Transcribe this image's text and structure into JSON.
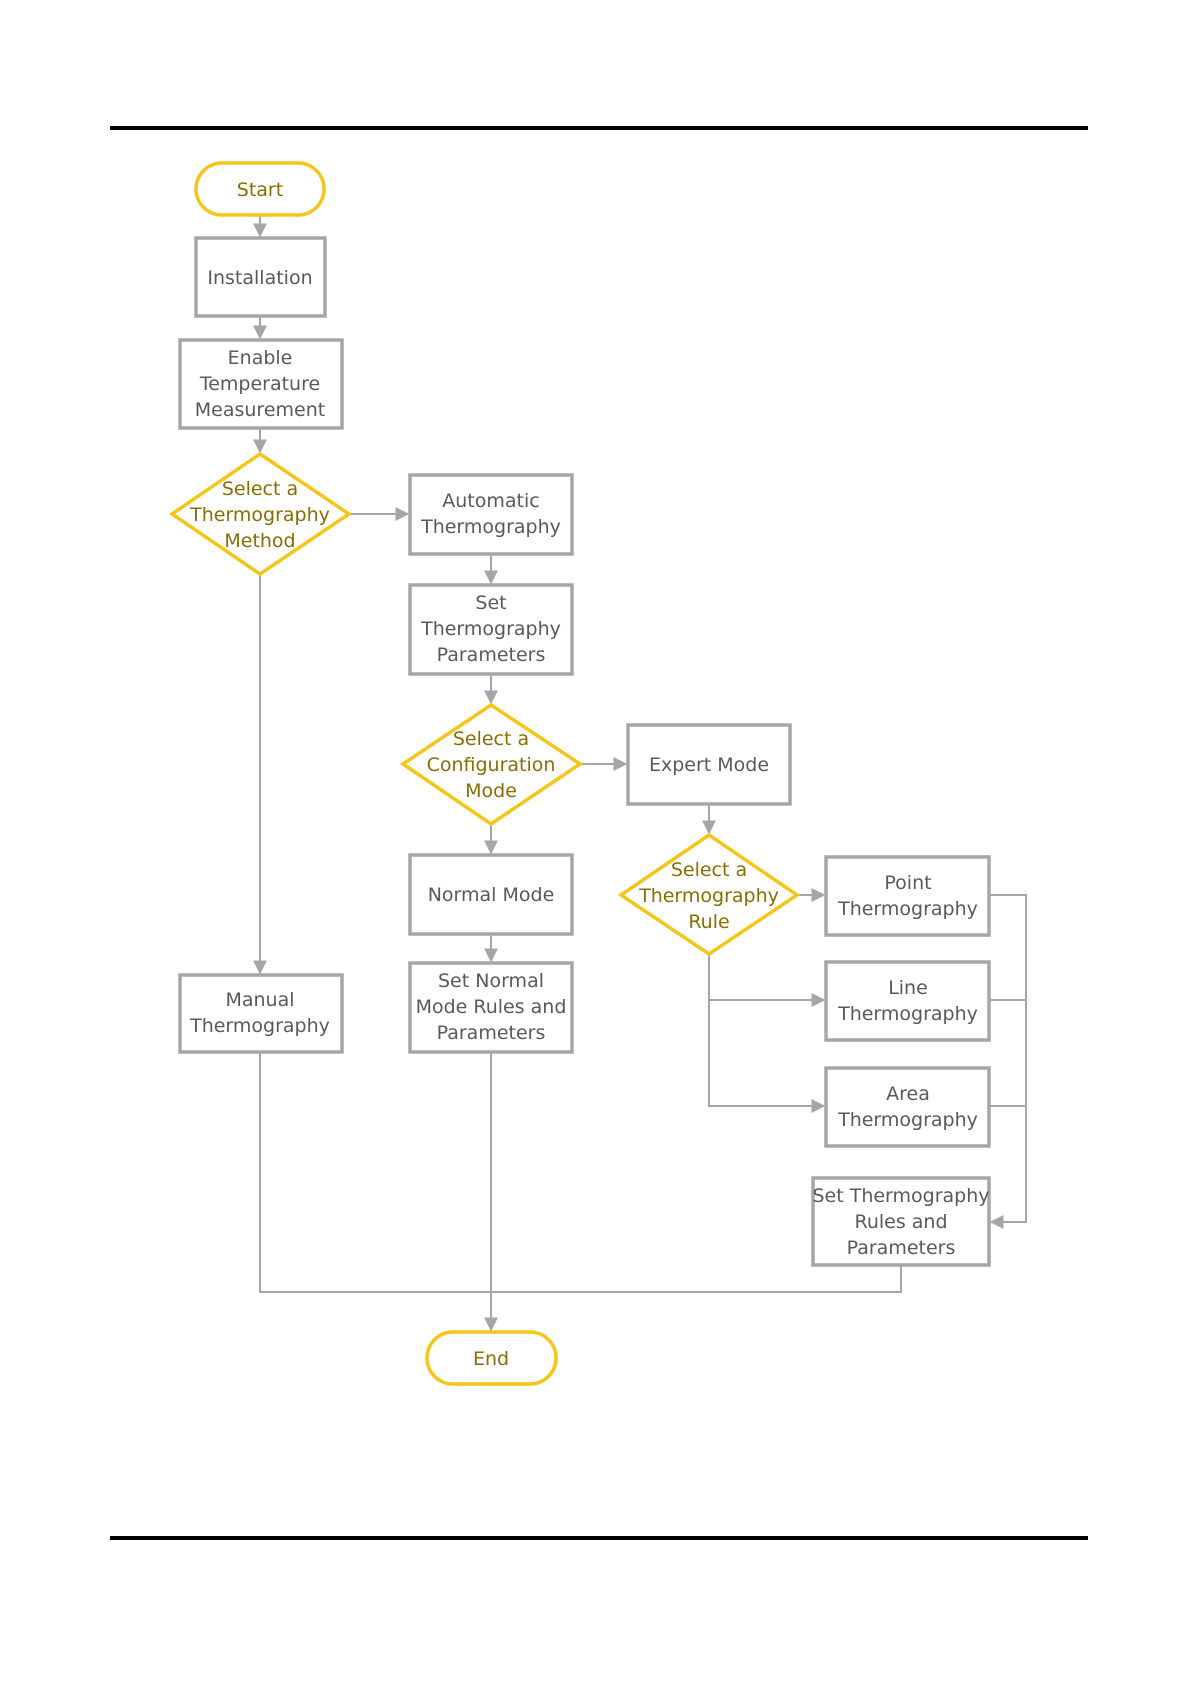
{
  "nodes": {
    "start": {
      "label": "Start"
    },
    "installation": {
      "label": "Installation"
    },
    "enable_temp": {
      "lines": [
        "Enable",
        "Temperature",
        "Measurement"
      ]
    },
    "select_method": {
      "lines": [
        "Select a",
        "Thermography",
        "Method"
      ]
    },
    "automatic": {
      "lines": [
        "Automatic",
        "Thermography"
      ]
    },
    "set_params": {
      "lines": [
        "Set",
        "Thermography",
        "Parameters"
      ]
    },
    "select_config": {
      "lines": [
        "Select a",
        "Configuration",
        "Mode"
      ]
    },
    "expert_mode": {
      "label": "Expert Mode"
    },
    "normal_mode": {
      "label": "Normal Mode"
    },
    "set_normal": {
      "lines": [
        "Set Normal",
        "Mode Rules and",
        "Parameters"
      ]
    },
    "select_rule": {
      "lines": [
        "Select a",
        "Thermography",
        "Rule"
      ]
    },
    "point": {
      "lines": [
        "Point",
        "Thermography"
      ]
    },
    "line": {
      "lines": [
        "Line",
        "Thermography"
      ]
    },
    "area": {
      "lines": [
        "Area",
        "Thermography"
      ]
    },
    "set_rules": {
      "lines": [
        "Set Thermography",
        "Rules and",
        "Parameters"
      ]
    },
    "manual": {
      "lines": [
        "Manual",
        "Thermography"
      ]
    },
    "end": {
      "label": "End"
    }
  },
  "colors": {
    "box_border": "#a6a6a6",
    "accent": "#f5c518",
    "accent_text": "#8a6d00",
    "text": "#595959"
  }
}
